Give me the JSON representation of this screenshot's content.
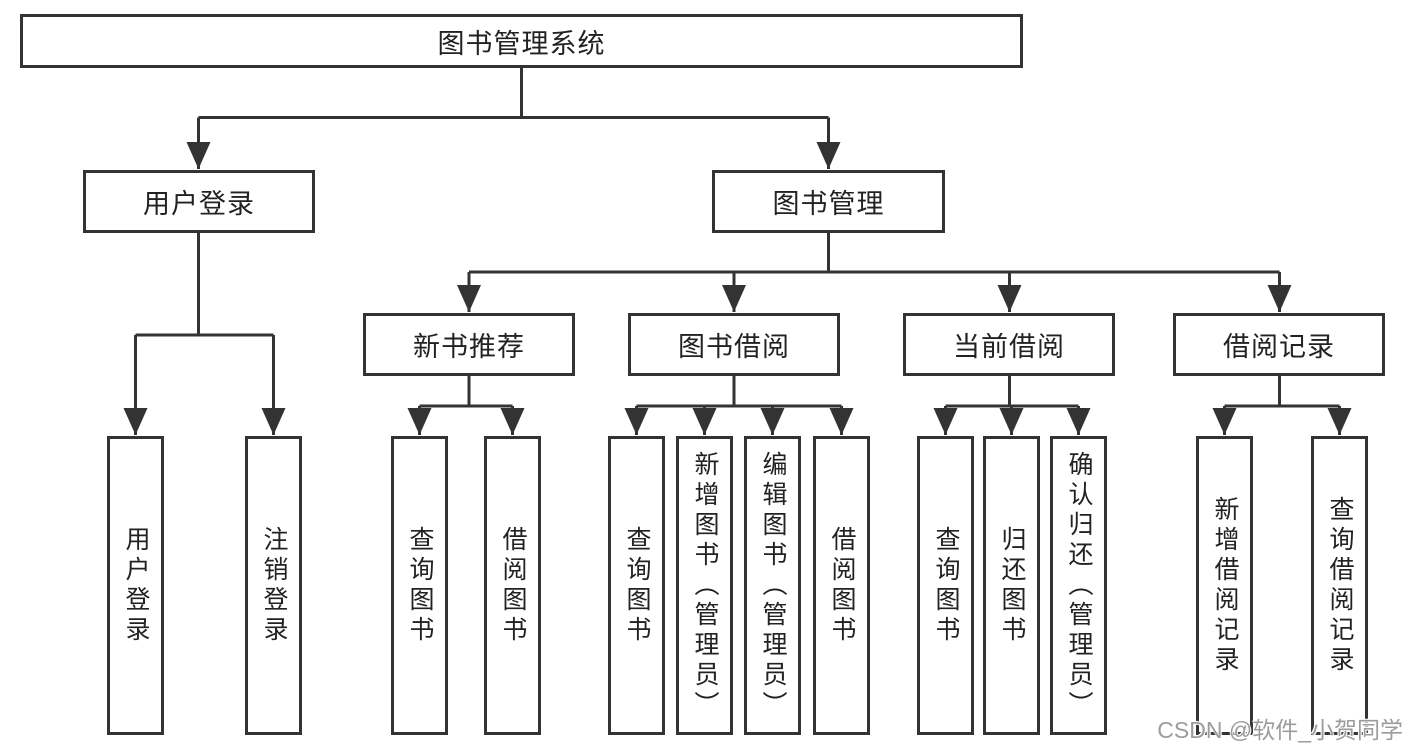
{
  "diagram": {
    "root": {
      "label": "图书管理系统"
    },
    "level2": [
      {
        "label": "用户登录",
        "children": [
          {
            "label": "用户登录"
          },
          {
            "label": "注销登录"
          }
        ]
      },
      {
        "label": "图书管理",
        "children": [
          {
            "label": "新书推荐",
            "children": [
              {
                "label": "查询图书"
              },
              {
                "label": "借阅图书"
              }
            ]
          },
          {
            "label": "图书借阅",
            "children": [
              {
                "label": "查询图书"
              },
              {
                "label": "新增图书（管理员）"
              },
              {
                "label": "编辑图书（管理员）"
              },
              {
                "label": "借阅图书"
              }
            ]
          },
          {
            "label": "当前借阅",
            "children": [
              {
                "label": "查询图书"
              },
              {
                "label": "归还图书"
              },
              {
                "label": "确认归还（管理员）"
              }
            ]
          },
          {
            "label": "借阅记录",
            "children": [
              {
                "label": "新增借阅记录"
              },
              {
                "label": "查询借阅记录"
              }
            ]
          }
        ]
      }
    ],
    "watermark": "CSDN @软件_小贺同学",
    "colors": {
      "line": "#333333",
      "text": "#222222",
      "background": "#ffffff",
      "watermark_text": "#9c9c9c"
    }
  }
}
